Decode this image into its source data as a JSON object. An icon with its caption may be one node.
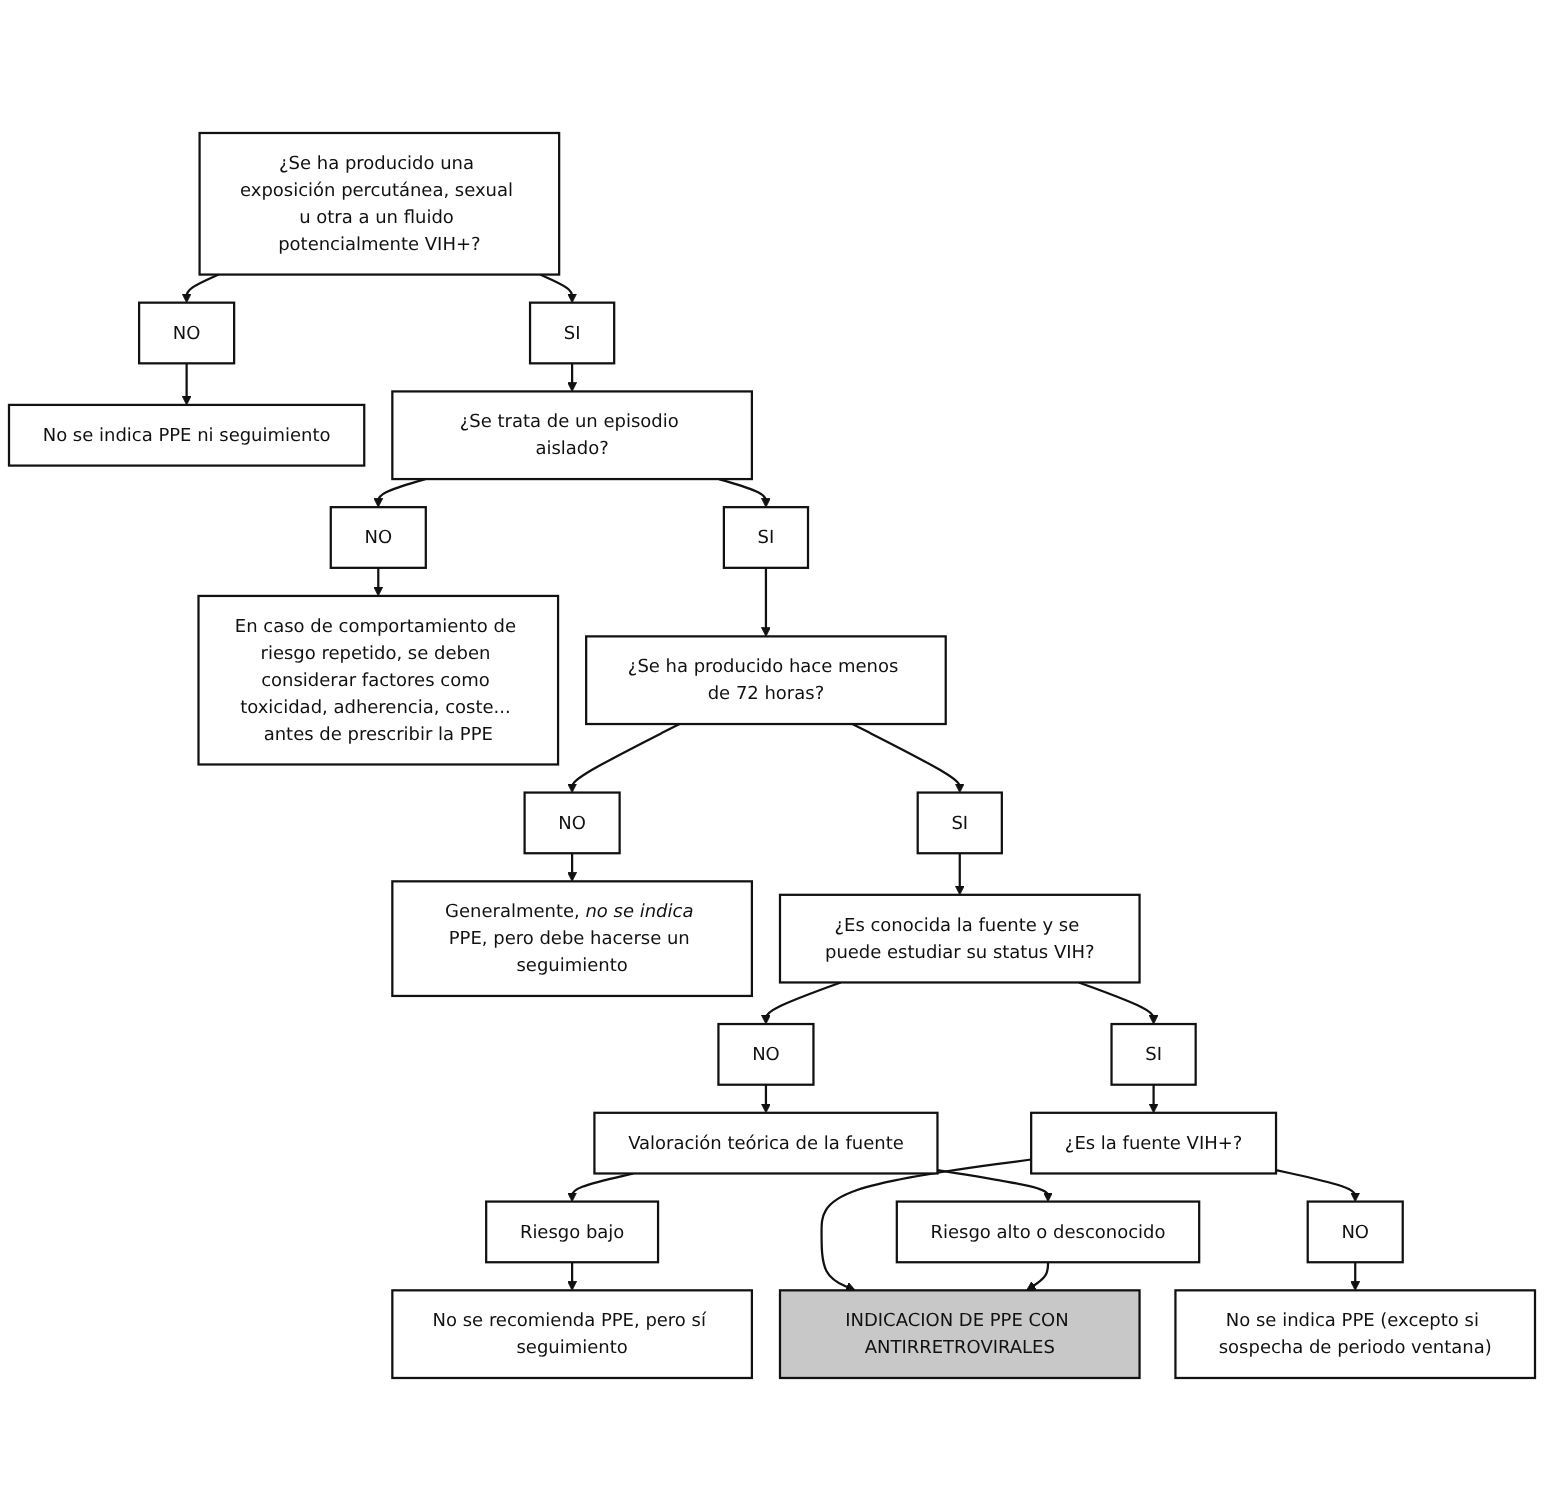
{
  "diagram": {
    "nodes": [
      {
        "text": [
          "¿Se ha producido una exposición percutánea, sexual u otra a un fluido potencialmente VIH+?"
        ]
      },
      {
        "text": [
          "NO"
        ]
      },
      {
        "text": [
          "No se indica PPE ni seguimiento"
        ]
      },
      {
        "text": [
          "SI"
        ]
      },
      {
        "text": [
          "¿Se trata de un episodio aislado?"
        ]
      },
      {
        "text": [
          "NO"
        ]
      },
      {
        "text": [
          "En caso de comportamiento de riesgo repetido, se deben considerar factores como toxicidad, adherencia, coste... antes de prescribir la PPE"
        ]
      },
      {
        "text": [
          "SI"
        ]
      },
      {
        "text": [
          "¿Se ha producido hace menos de 72 horas?"
        ]
      },
      {
        "text": [
          "NO"
        ]
      },
      {
        "text": [
          "Generalmente, *no se indica* PPE, pero debe hacerse un seguimiento"
        ]
      },
      {
        "text": [
          "SI"
        ]
      },
      {
        "text": [
          "¿Es conocida la fuente y se puede estudiar su status VIH?"
        ]
      },
      {
        "text": [
          "NO"
        ]
      },
      {
        "text": [
          "Valoración teórica de la fuente"
        ]
      },
      {
        "text": [
          "Riesgo bajo"
        ]
      },
      {
        "text": [
          "Riesgo alto o desconocido"
        ]
      },
      {
        "text": [
          "No se recomienda PPE, pero sí seguimiento"
        ]
      },
      {
        "text": [
          "SI"
        ]
      },
      {
        "text": [
          "¿Es la fuente VIH+?"
        ]
      },
      {
        "text": [
          "NO"
        ]
      },
      {
        "text": [
          "No se indica PPE (excepto si sospecha de periodo ventana)"
        ]
      },
      {
        "text": [
          "INDICACION DE PPE CON ANTIRRETROVIRALES"
        ]
      }
    ],
    "edges": [
      {
        "from": 0,
        "to": 1,
        "arrow": "to"
      },
      {
        "from": 1,
        "to": 2,
        "arrow": "to"
      },
      {
        "from": 0,
        "to": 3,
        "arrow": "to"
      },
      {
        "from": 3,
        "to": 4,
        "arrow": "to"
      },
      {
        "from": 4,
        "to": 5,
        "arrow": "to"
      },
      {
        "from": 5,
        "to": 6,
        "arrow": "to"
      },
      {
        "from": 4,
        "to": 7,
        "arrow": "to"
      },
      {
        "from": 7,
        "to": 8,
        "arrow": "to"
      },
      {
        "from": 8,
        "to": 9,
        "arrow": "to"
      },
      {
        "from": 9,
        "to": 10,
        "arrow": "to"
      },
      {
        "from": 8,
        "to": 11,
        "arrow": "to"
      },
      {
        "from": 11,
        "to": 12,
        "arrow": "to"
      },
      {
        "from": 12,
        "to": 13,
        "arrow": "to"
      },
      {
        "from": 13,
        "to": 14,
        "arrow": "to"
      },
      {
        "from": 12,
        "to": 18,
        "arrow": "to"
      },
      {
        "from": 18,
        "to": 19,
        "arrow": "to"
      },
      {
        "from": 14,
        "to": 15,
        "arrow": "to"
      },
      {
        "from": 14,
        "to": 16,
        "arrow": "to"
      },
      {
        "from": 15,
        "to": 17,
        "arrow": "to"
      },
      {
        "from": 19,
        "to": 20,
        "arrow": "to"
      },
      {
        "from": 20,
        "to": 21,
        "arrow": "to"
      },
      {
        "from": 19,
        "to": 22,
        "arrow": "to"
      },
      {
        "from": 16,
        "to": 22,
        "arrow": "to"
      }
    ]
  }
}
